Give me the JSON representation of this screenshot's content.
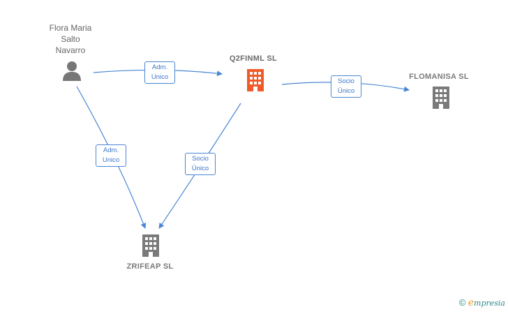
{
  "nodes": {
    "person": {
      "name_lines": [
        "Flora Maria",
        "Salto",
        "Navarro"
      ]
    },
    "q2finml": {
      "name": "Q2FINML  SL"
    },
    "flomanisa": {
      "name": "FLOMANISA  SL"
    },
    "zrifeap": {
      "name": "ZRIFEAP  SL"
    }
  },
  "edges": {
    "person_to_q2finml": [
      "Adm.",
      "Unico"
    ],
    "q2finml_to_flomanisa": [
      "Socio",
      "Único"
    ],
    "person_to_zrifeap": [
      "Adm.",
      "Unico"
    ],
    "q2finml_to_zrifeap": [
      "Socio",
      "Único"
    ]
  },
  "colors": {
    "edge": "#4a86d4",
    "company_icon": "#7a7a7a",
    "highlight_icon": "#f05a28",
    "person_icon": "#777777"
  },
  "watermark": {
    "copyright": "©",
    "brand_initial": "e",
    "brand_rest": "mpresia"
  }
}
